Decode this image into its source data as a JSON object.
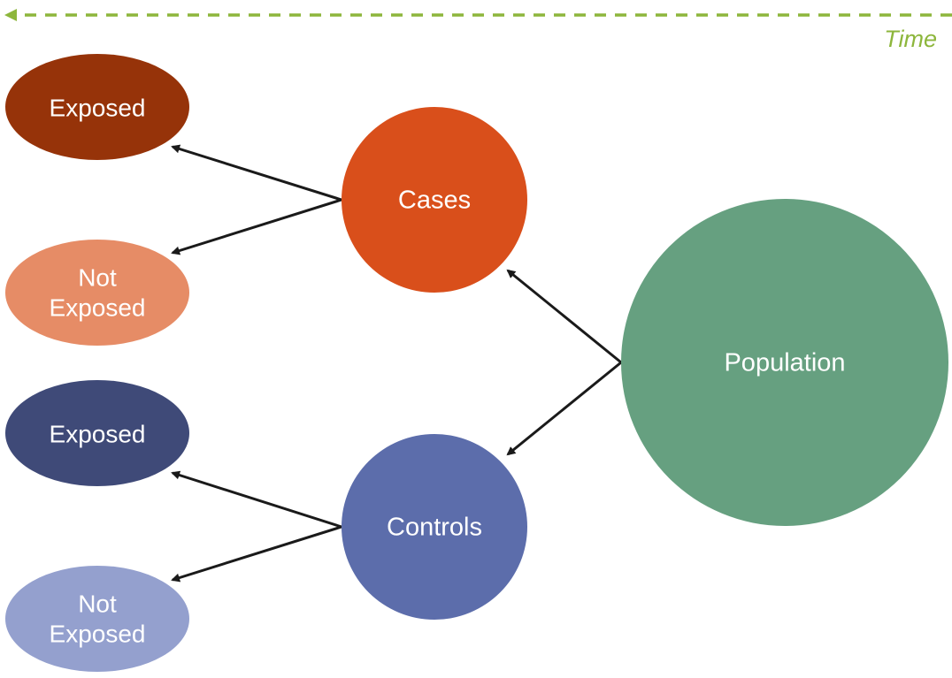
{
  "timeline": {
    "label": "Time",
    "color": "#8DB63C"
  },
  "nodes": {
    "population": {
      "label": "Population",
      "color": "#66A080"
    },
    "cases": {
      "label": "Cases",
      "color": "#D94F1B"
    },
    "controls": {
      "label": "Controls",
      "color": "#5C6DAB"
    },
    "cases_exposed": {
      "label": "Exposed",
      "color": "#963309"
    },
    "cases_not_exposed": {
      "line1": "Not",
      "line2": "Exposed",
      "color": "#E68C66"
    },
    "controls_exposed": {
      "label": "Exposed",
      "color": "#3F4A78"
    },
    "controls_not_exposed": {
      "line1": "Not",
      "line2": "Exposed",
      "color": "#94A0CE"
    }
  },
  "arrow_color": "#1a1a1a"
}
